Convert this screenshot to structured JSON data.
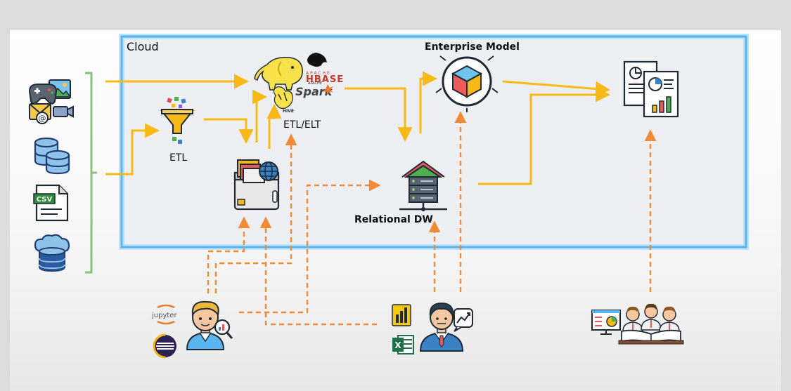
{
  "diagram": {
    "cloud_label": "Cloud",
    "nodes": {
      "etl": "ETL",
      "etl_elt": "ETL/ELT",
      "enterprise_model": "Enterprise Model",
      "relational_dw": "Relational DW"
    },
    "logo_text": {
      "hbase_apache": "APACHE",
      "hbase": "HBASE",
      "spark_apache": "APACHE",
      "spark": "Spark",
      "hive": "HIVE",
      "jupyter": "jupyter",
      "csv": "CSV",
      "excel": "X"
    },
    "colors": {
      "cloud_border": "#5ab4f0",
      "flow_arrow": "#f7b916",
      "user_arrow": "#f08a35",
      "bracket": "#8bc07a",
      "background": "#dcdcdc"
    },
    "icons": {
      "sources": [
        "media-files-icon",
        "database-icon",
        "csv-file-icon",
        "cloud-database-icon"
      ],
      "etl": "funnel-icon",
      "big_data": [
        "hadoop-logo-icon",
        "hbase-logo-icon",
        "spark-logo-icon",
        "hive-logo-icon"
      ],
      "data_lake": "web-storage-icon",
      "enterprise_model": "cube-model-icon",
      "relational_dw": "server-warehouse-icon",
      "report": "report-document-icon",
      "data_scientist": [
        "jupyter-icon",
        "eclipse-icon",
        "data-scientist-icon"
      ],
      "analyst": [
        "power-bi-icon",
        "excel-icon",
        "business-analyst-icon",
        "trend-chart-icon"
      ],
      "consumers": [
        "presentation-screen-icon",
        "business-team-icon",
        "open-book-icon"
      ]
    }
  }
}
